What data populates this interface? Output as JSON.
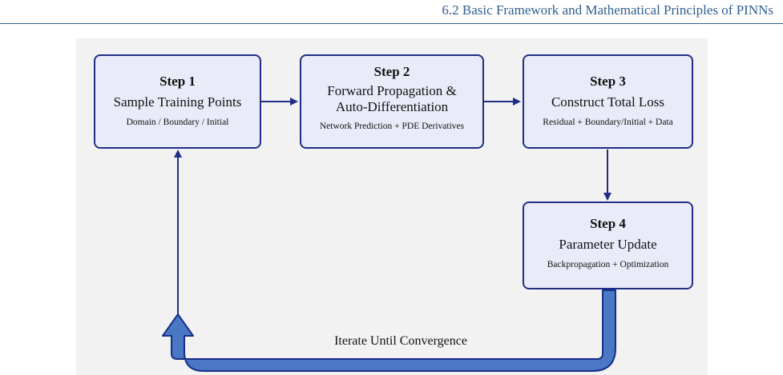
{
  "header": {
    "section_title": "6.2 Basic Framework and Mathematical Principles of PINNs"
  },
  "steps": [
    {
      "step": "Step 1",
      "title": "Sample Training Points",
      "subtitle": "Domain / Boundary / Initial"
    },
    {
      "step": "Step 2",
      "title": "Forward Propagation & Auto-Differentiation",
      "title_line1": "Forward Propagation &",
      "title_line2": "Auto-Differentiation",
      "subtitle": "Network Prediction + PDE Derivatives"
    },
    {
      "step": "Step 3",
      "title": "Construct Total Loss",
      "subtitle": "Residual + Boundary/Initial + Data"
    },
    {
      "step": "Step 4",
      "title": "Parameter Update",
      "subtitle": "Backpropagation + Optimization"
    }
  ],
  "loop": {
    "label": "Iterate Until Convergence"
  },
  "colors": {
    "box_border": "#1f2f86",
    "box_fill": "#e9ecf8",
    "arrow": "#1f2f86",
    "loop_fill": "#4a78c4",
    "loop_stroke": "#16308a",
    "header_text": "#2f5e8e"
  }
}
